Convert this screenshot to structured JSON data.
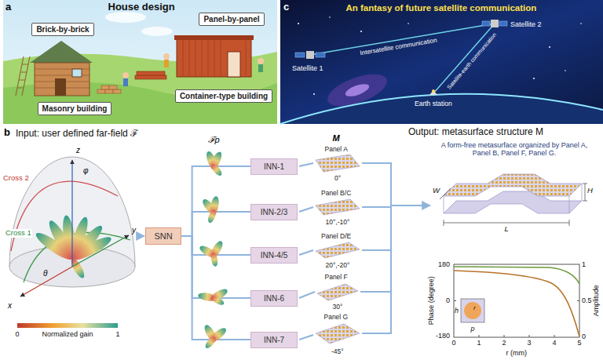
{
  "diagram": {
    "nodes": [
      {
        "text": [
          "Brick-by-brick"
        ]
      },
      {
        "text": [
          "Panel-by-panel"
        ]
      },
      {
        "text": [
          "Masonry building"
        ]
      },
      {
        "text": [
          "Container-type building"
        ]
      },
      {
        "text": [
          "SNN"
        ]
      },
      {
        "text": [
          "INN-1"
        ]
      },
      {
        "text": [
          "INN-2/3"
        ]
      },
      {
        "text": [
          "INN-4/5"
        ]
      },
      {
        "text": [
          "INN-6"
        ]
      },
      {
        "text": [
          "INN-7"
        ]
      }
    ],
    "edges": [
      {
        "from": 4,
        "to": 5,
        "arrow": "none"
      },
      {
        "from": 4,
        "to": 6,
        "arrow": "none"
      },
      {
        "from": 4,
        "to": 7,
        "arrow": "none"
      },
      {
        "from": 4,
        "to": 8,
        "arrow": "none"
      },
      {
        "from": 4,
        "to": 9,
        "arrow": "none"
      }
    ],
    "labels": [
      "a",
      "House design",
      "c",
      "An fantasy of future satellite communication",
      "Satellite 1",
      "Satellite 2",
      "Intersatellite communication",
      "Satellite-earth communication",
      "Earth station",
      "b",
      "Input: user defined far-field ℱ",
      "z",
      "φ",
      "x",
      "θ",
      "y",
      "Cross 2",
      "Cross 1",
      "0",
      "Normalized gain",
      "1",
      "ℱp",
      "M",
      "Panel A",
      "0°",
      "Panel B/C",
      "10°,-10°",
      "Panel D/E",
      "20°,-20°",
      "Panel F",
      "30°",
      "Panel G",
      "-45°",
      "Output: metasurface structure M",
      "A form-free metasurface organized by Panel A, Panel B, Panel F, Panel G.",
      "H",
      "W",
      "L",
      "180",
      "0",
      "-180",
      "Phase (degree)",
      "0",
      "1",
      "2",
      "3",
      "4",
      "5",
      "r (mm)",
      "1",
      "0.5",
      "0",
      "Amplitude",
      "h",
      "r",
      "p"
    ]
  }
}
